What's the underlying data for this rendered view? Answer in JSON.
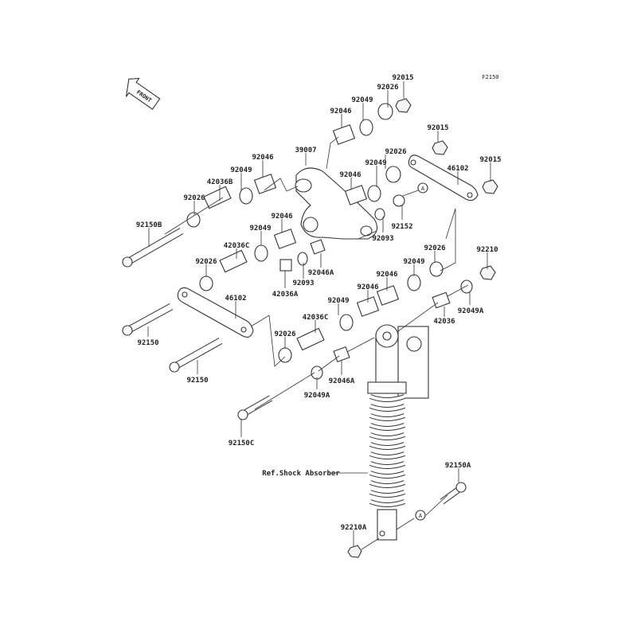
{
  "figure_code": "F2150",
  "front_arrow": "FRONT",
  "reference_marker": "A",
  "ref_label": "Ref.Shock Absorber",
  "labels": [
    "92015",
    "92026",
    "92049",
    "92046",
    "39007",
    "92046",
    "92049",
    "42036B",
    "92026",
    "92150B",
    "92015",
    "92026",
    "92049",
    "92046",
    "46102",
    "92015",
    "92152",
    "92093",
    "92046",
    "92049",
    "42036C",
    "92026",
    "92046A",
    "92093",
    "42036A",
    "92026",
    "92210",
    "92049",
    "92046",
    "92046",
    "92049",
    "46102",
    "42036C",
    "42036",
    "92049A",
    "92026",
    "92150",
    "92150",
    "92046A",
    "92049A",
    "92150C",
    "92150A",
    "92210A"
  ]
}
